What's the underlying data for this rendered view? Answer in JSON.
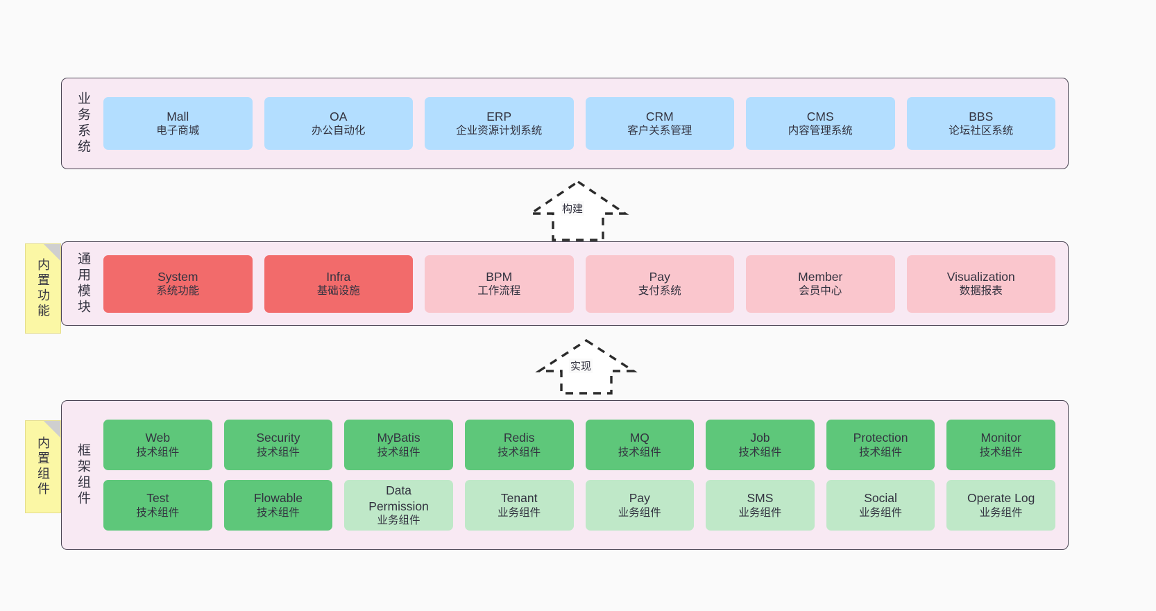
{
  "diagram": {
    "title": "ruoyi-vue-pro architecture layers",
    "background": "#fafafa",
    "colors": {
      "panel_bg": "#f8e9f3",
      "panel_border": "#4a4453",
      "business": "#b3deff",
      "module_strong": "#f26b6b",
      "module_light": "#fac6cd",
      "tech_strong": "#5ec77a",
      "biz_component": "#bfe8c8",
      "note": "#fbf7a5",
      "note_fold": "#cfcfcf"
    }
  },
  "layers": [
    {
      "id": "business-system",
      "title": "业务系统",
      "note": null,
      "rows": [
        {
          "nodes": [
            {
              "title": "Mall",
              "sub": "电子商城",
              "color": "c-blue"
            },
            {
              "title": "OA",
              "sub": "办公自动化",
              "color": "c-blue"
            },
            {
              "title": "ERP",
              "sub": "企业资源计划系统",
              "color": "c-blue"
            },
            {
              "title": "CRM",
              "sub": "客户关系管理",
              "color": "c-blue"
            },
            {
              "title": "CMS",
              "sub": "内容管理系统",
              "color": "c-blue"
            },
            {
              "title": "BBS",
              "sub": "论坛社区系统",
              "color": "c-blue"
            }
          ]
        }
      ]
    },
    {
      "id": "common-module",
      "title": "通用模块",
      "note": "内置功能",
      "rows": [
        {
          "nodes": [
            {
              "title": "System",
              "sub": "系统功能",
              "color": "c-red-strong"
            },
            {
              "title": "Infra",
              "sub": "基础设施",
              "color": "c-red-strong"
            },
            {
              "title": "BPM",
              "sub": "工作流程",
              "color": "c-red-light"
            },
            {
              "title": "Pay",
              "sub": "支付系统",
              "color": "c-red-light"
            },
            {
              "title": "Member",
              "sub": "会员中心",
              "color": "c-red-light"
            },
            {
              "title": "Visualization",
              "sub": "数据报表",
              "color": "c-red-light"
            }
          ]
        }
      ]
    },
    {
      "id": "framework-component",
      "title": "框架组件",
      "note": "内置组件",
      "rows": [
        {
          "nodes": [
            {
              "title": "Web",
              "sub": "技术组件",
              "color": "c-green"
            },
            {
              "title": "Security",
              "sub": "技术组件",
              "color": "c-green"
            },
            {
              "title": "MyBatis",
              "sub": "技术组件",
              "color": "c-green"
            },
            {
              "title": "Redis",
              "sub": "技术组件",
              "color": "c-green"
            },
            {
              "title": "MQ",
              "sub": "技术组件",
              "color": "c-green"
            },
            {
              "title": "Job",
              "sub": "技术组件",
              "color": "c-green"
            },
            {
              "title": "Protection",
              "sub": "技术组件",
              "color": "c-green"
            },
            {
              "title": "Monitor",
              "sub": "技术组件",
              "color": "c-green"
            }
          ]
        },
        {
          "nodes": [
            {
              "title": "Test",
              "sub": "技术组件",
              "color": "c-green"
            },
            {
              "title": "Flowable",
              "sub": "技术组件",
              "color": "c-green"
            },
            {
              "title": "Data Permission",
              "sub": "业务组件",
              "color": "c-green-light"
            },
            {
              "title": "Tenant",
              "sub": "业务组件",
              "color": "c-green-light"
            },
            {
              "title": "Pay",
              "sub": "业务组件",
              "color": "c-green-light"
            },
            {
              "title": "SMS",
              "sub": "业务组件",
              "color": "c-green-light"
            },
            {
              "title": "Social",
              "sub": "业务组件",
              "color": "c-green-light"
            },
            {
              "title": "Operate Log",
              "sub": "业务组件",
              "color": "c-green-light"
            }
          ]
        }
      ]
    }
  ],
  "connectors": [
    {
      "id": "build",
      "label": "构建",
      "from": "common-module",
      "to": "business-system",
      "style": "dashed-hollow-arrow-up"
    },
    {
      "id": "implement",
      "label": "实现",
      "from": "framework-component",
      "to": "common-module",
      "style": "dashed-hollow-arrow-up"
    }
  ]
}
